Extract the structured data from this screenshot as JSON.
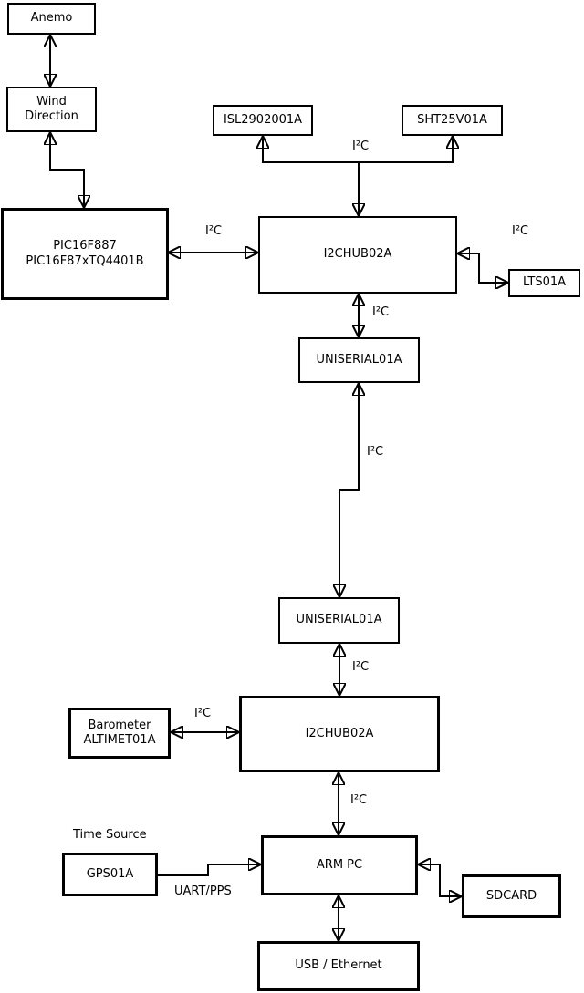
{
  "diagram": {
    "type": "block-diagram",
    "colors": {
      "line": "#000000",
      "node_fill": "#ffffff",
      "background": "#ffffff",
      "text": "#000000"
    },
    "nodes": {
      "anemo": "Anemo",
      "wind_direction": "Wind\nDirection",
      "pic": "PIC16F887\nPIC16F87xTQ4401B",
      "isl": "ISL2902001A",
      "sht": "SHT25V01A",
      "i2chub_top": "I2CHUB02A",
      "lts": "LTS01A",
      "uniserial_top": "UNISERIAL01A",
      "uniserial_bottom": "UNISERIAL01A",
      "i2chub_bottom": "I2CHUB02A",
      "barometer": "Barometer\nALTIMET01A",
      "gps": "GPS01A",
      "arm_pc": "ARM PC",
      "sdcard": "SDCARD",
      "usb_ethernet": "USB / Ethernet"
    },
    "labels": {
      "i2c": "I²C",
      "uart_pps": "UART/PPS",
      "time_source": "Time Source"
    },
    "edges": [
      {
        "from": "Anemo",
        "to": "Wind Direction",
        "label": "",
        "bidirectional": true
      },
      {
        "from": "Wind Direction",
        "to": "PIC16F887 PIC16F87xTQ4401B",
        "label": "",
        "bidirectional": true
      },
      {
        "from": "PIC16F887 PIC16F87xTQ4401B",
        "to": "I2CHUB02A (upper)",
        "label": "I²C",
        "bidirectional": true
      },
      {
        "from": "I2CHUB02A (upper)",
        "to": "ISL2902001A",
        "label": "I²C",
        "bidirectional": true
      },
      {
        "from": "I2CHUB02A (upper)",
        "to": "SHT25V01A",
        "label": "I²C",
        "bidirectional": true
      },
      {
        "from": "I2CHUB02A (upper)",
        "to": "LTS01A",
        "label": "I²C",
        "bidirectional": true
      },
      {
        "from": "I2CHUB02A (upper)",
        "to": "UNISERIAL01A (upper)",
        "label": "I²C",
        "bidirectional": true
      },
      {
        "from": "UNISERIAL01A (upper)",
        "to": "UNISERIAL01A (lower)",
        "label": "I²C",
        "bidirectional": true
      },
      {
        "from": "UNISERIAL01A (lower)",
        "to": "I2CHUB02A (lower)",
        "label": "I²C",
        "bidirectional": true
      },
      {
        "from": "Barometer ALTIMET01A",
        "to": "I2CHUB02A (lower)",
        "label": "I²C",
        "bidirectional": true
      },
      {
        "from": "I2CHUB02A (lower)",
        "to": "ARM PC",
        "label": "I²C",
        "bidirectional": true
      },
      {
        "from": "GPS01A",
        "to": "ARM PC",
        "label": "UART/PPS",
        "bidirectional": false
      },
      {
        "from": "ARM PC",
        "to": "SDCARD",
        "label": "",
        "bidirectional": true
      },
      {
        "from": "ARM PC",
        "to": "USB / Ethernet",
        "label": "",
        "bidirectional": true
      }
    ]
  }
}
